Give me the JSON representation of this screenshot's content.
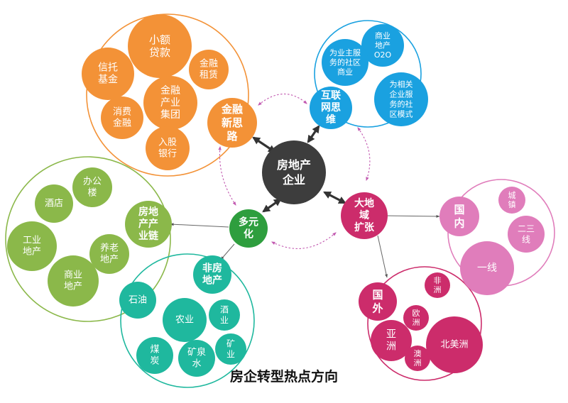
{
  "caption": "房企转型热点方向",
  "center": {
    "lines": [
      "房地产",
      "企业"
    ]
  },
  "colors": {
    "orange": "#f39237",
    "blue": "#1aa1e0",
    "green": "#8bb84a",
    "teal": "#1fb89e",
    "darkgreen": "#2e9e3e",
    "pink": "#e07dbb",
    "crimson": "#cc2c6b",
    "center": "#3d3d3d",
    "arrow": "#555555",
    "dashed": "#c259b0"
  },
  "clusters": {
    "finance": {
      "hub": [
        "金融",
        "新思",
        "路"
      ],
      "items": [
        [
          "小额",
          "贷款"
        ],
        [
          "信托",
          "基金"
        ],
        [
          "金融",
          "租赁"
        ],
        [
          "金融",
          "产业",
          "集团"
        ],
        [
          "消费",
          "金融"
        ],
        [
          "入股",
          "银行"
        ]
      ]
    },
    "internet": {
      "hub": [
        "互联",
        "网思",
        "维"
      ],
      "items": [
        [
          "商业",
          "地产",
          "O2O"
        ],
        [
          "为业主服",
          "务的社区",
          "商业"
        ],
        [
          "为相关",
          "企业服",
          "务的社",
          "区模式"
        ]
      ]
    },
    "chain": {
      "hub": [
        "房地",
        "产产",
        "业链"
      ],
      "items": [
        [
          "办公",
          "楼"
        ],
        [
          "酒店"
        ],
        [
          "工业",
          "地产"
        ],
        [
          "养老",
          "地产"
        ],
        [
          "商业",
          "地产"
        ]
      ]
    },
    "multi": {
      "hub": [
        "多元",
        "化"
      ]
    },
    "nonre": {
      "hub": [
        "非房",
        "地产"
      ],
      "items": [
        [
          "石油"
        ],
        [
          "农业"
        ],
        [
          "酒",
          "业"
        ],
        [
          "矿",
          "业"
        ],
        [
          "煤",
          "炭"
        ],
        [
          "矿泉",
          "水"
        ]
      ]
    },
    "region": {
      "hub": [
        "大地",
        "域",
        "扩张"
      ]
    },
    "domestic": {
      "hub": [
        "国",
        "内"
      ],
      "items": [
        [
          "城",
          "镇"
        ],
        [
          "二三",
          "线"
        ],
        [
          "一线"
        ]
      ]
    },
    "overseas": {
      "hub": [
        "国",
        "外"
      ],
      "items": [
        [
          "非",
          "洲"
        ],
        [
          "欧",
          "洲"
        ],
        [
          "亚",
          "洲"
        ],
        [
          "澳",
          "洲"
        ],
        [
          "北美洲"
        ]
      ]
    }
  }
}
